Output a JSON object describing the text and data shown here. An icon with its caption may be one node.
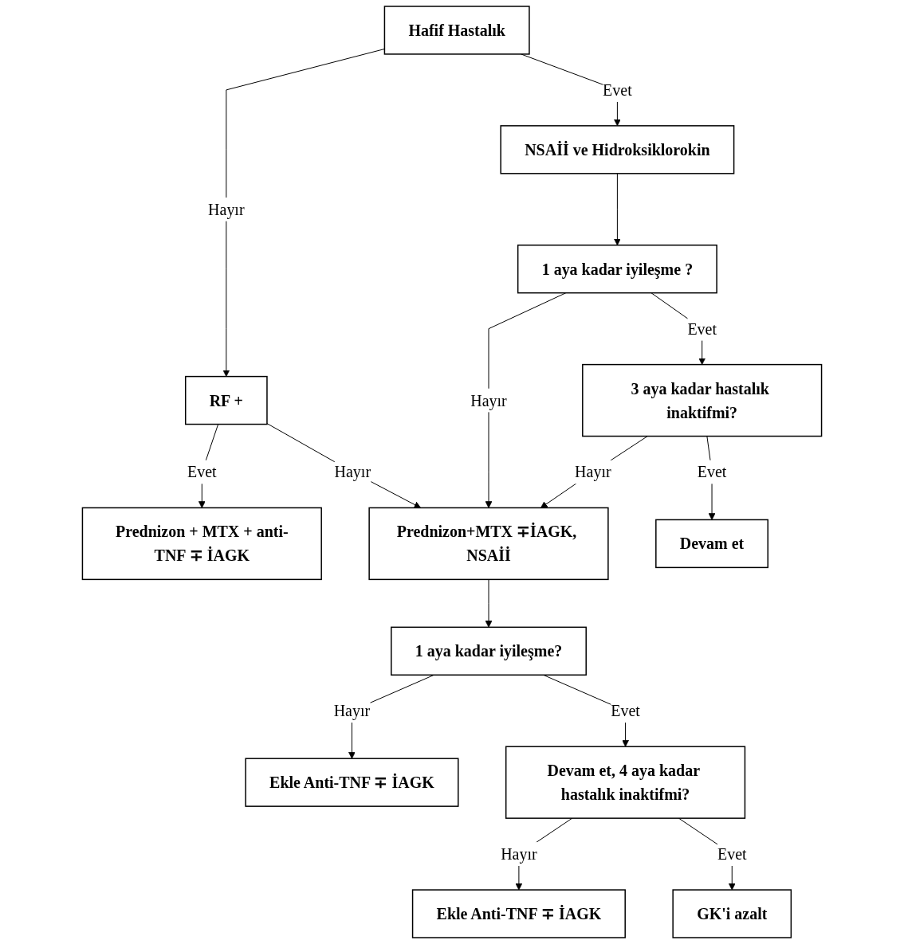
{
  "diagram": {
    "nodes": [
      {
        "text": [
          "Hafif Hastalık"
        ]
      },
      {
        "text": [
          "RF +"
        ]
      },
      {
        "text": [
          "Prednizon + MTX + anti-TNF ∓ İAGK"
        ]
      },
      {
        "text": [
          "NSAİİ ve Hidroksiklorokin"
        ]
      },
      {
        "text": [
          "Prednizon+MTX ∓İAGK, NSAİİ"
        ]
      },
      {
        "text": [
          "1 aya kadar iyileşme ?"
        ]
      },
      {
        "text": [
          "1 aya kadar iyileşme?"
        ]
      },
      {
        "text": [
          "Ekle Anti-TNF ∓ İAGK"
        ]
      },
      {
        "text": [
          "3 aya kadar hastalık inaktifmi?"
        ]
      },
      {
        "text": [
          "Devam et, 4 aya kadar hastalık inaktifmi?"
        ]
      },
      {
        "text": [
          "Ekle Anti-TNF ∓ İAGK"
        ]
      },
      {
        "text": [
          "Devam et"
        ]
      },
      {
        "text": [
          "GK'i azalt"
        ]
      }
    ],
    "edges": [
      {
        "from": 0,
        "to": 1,
        "arrow": "to",
        "label": "Hayır"
      },
      {
        "from": 1,
        "to": 2,
        "arrow": "to",
        "label": "Evet"
      },
      {
        "from": 0,
        "to": 3,
        "arrow": "to",
        "label": "Evet"
      },
      {
        "from": 1,
        "to": 4,
        "arrow": "to",
        "label": "Hayır"
      },
      {
        "from": 3,
        "to": 5,
        "arrow": "to"
      },
      {
        "from": 5,
        "to": 4,
        "arrow": "to",
        "label": "Hayır"
      },
      {
        "from": 8,
        "to": 4,
        "arrow": "to",
        "label": "Hayır"
      },
      {
        "from": 4,
        "to": 6,
        "arrow": "to"
      },
      {
        "from": 6,
        "to": 7,
        "arrow": "to",
        "label": "Hayır"
      },
      {
        "from": 5,
        "to": 8,
        "arrow": "to",
        "label": "Evet"
      },
      {
        "from": 6,
        "to": 9,
        "arrow": "to",
        "label": "Evet"
      },
      {
        "from": 9,
        "to": 10,
        "arrow": "to",
        "label": "Hayır"
      },
      {
        "from": 8,
        "to": 11,
        "arrow": "to",
        "label": "Evet"
      },
      {
        "from": 9,
        "to": 12,
        "arrow": "to",
        "label": "Evet"
      }
    ]
  }
}
